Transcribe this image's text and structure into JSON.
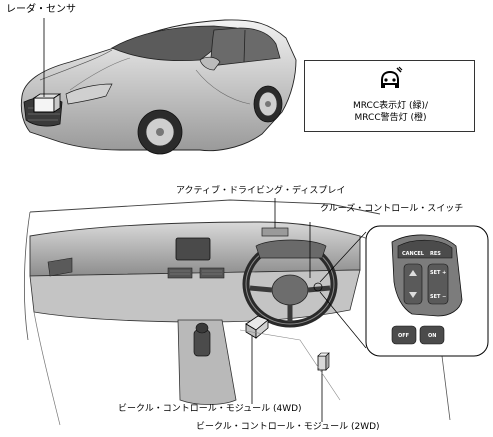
{
  "labels": {
    "radar_sensor": "レーダ・センサ",
    "active_driving_display": "アクティブ・ドライビング・ディスプレイ",
    "cruise_control_switch": "クルーズ・コントロール・スイッチ",
    "vehicle_module_4wd": "ビークル・コントロール・モジュール (4WD)",
    "vehicle_module_2wd": "ビークル・コントロール・モジュール (2WD)"
  },
  "indicator": {
    "icon": "mrcc-indicator-icon",
    "line1": "MRCC表示灯 (緑)/",
    "line2": "MRCC警告灯 (橙)"
  },
  "switch_buttons": {
    "cancel": "CANCEL",
    "res": "RES",
    "set_plus": "SET +",
    "set_minus": "SET −",
    "off": "OFF",
    "on": "ON"
  },
  "colors": {
    "line": "#1a1a1a",
    "fill_light": "#e6e6e6",
    "fill_mid": "#bdbdbd",
    "fill_dark": "#7a7a7a"
  }
}
